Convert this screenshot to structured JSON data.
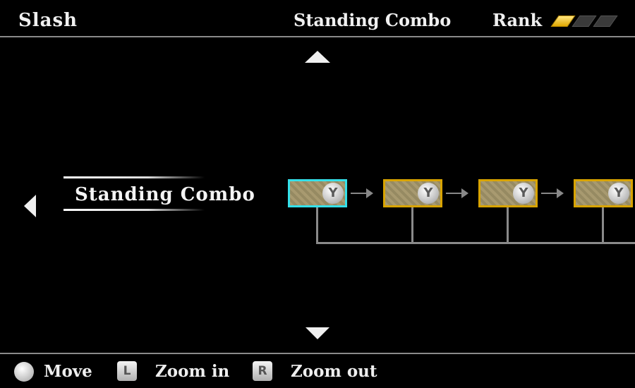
{
  "header": {
    "category": "Slash",
    "combo_title": "Standing Combo",
    "rank_label": "Rank",
    "rank": {
      "filled": 1,
      "total": 3
    }
  },
  "combo": {
    "name": "Standing Combo",
    "nodes": [
      {
        "button": "Y",
        "selected": true
      },
      {
        "button": "Y",
        "selected": false
      },
      {
        "button": "Y",
        "selected": false
      },
      {
        "button": "Y",
        "selected": false
      }
    ]
  },
  "footer": {
    "move_label": "Move",
    "zoom_in_key": "L",
    "zoom_in_label": "Zoom in",
    "zoom_out_key": "R",
    "zoom_out_label": "Zoom out"
  },
  "colors": {
    "selected_border": "#34e0ea",
    "node_border": "#d9a400",
    "rank_fill": "#e0a800"
  }
}
